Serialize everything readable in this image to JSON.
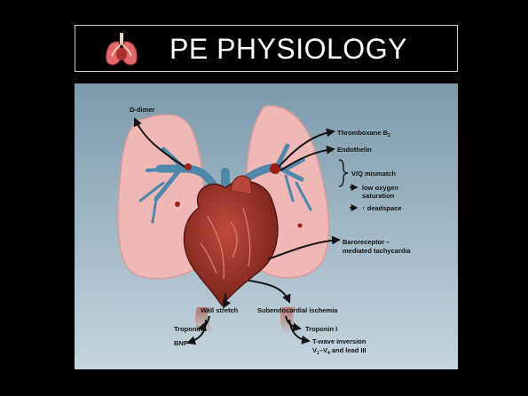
{
  "slide": {
    "title": "PE PHYSIOLOGY",
    "title_icon": "lungs-icon"
  },
  "figure": {
    "labels": {
      "ddimer": "D-dimer",
      "thromboxane": "Thromboxane B",
      "thromboxane_sub": "2",
      "endothelin": "Endothelin",
      "vq": "V/Q mismatch",
      "low_oxygen_1": "low oxygen",
      "low_oxygen_2": "saturation",
      "deadspace": "deadspace",
      "deadspace_arrow": "↑",
      "baro_1": "Baroreceptor –",
      "baro_2": "mediated tachycardia",
      "wall_stretch": "Wall stretch",
      "subendo": "Subendocardial ischemia",
      "troponin_left": "Troponin I",
      "bnp": "BNP",
      "troponin_right": "Troponin I",
      "twave": "T-wave inversion",
      "v1": "V",
      "v1_sub": "1",
      "dash": "–V",
      "v4_sub": "4",
      "v_rest": " and lead III"
    }
  },
  "colors": {
    "background": "#000000",
    "figure_bg_top": "#7f9cad",
    "figure_bg_bottom": "#c2d2db",
    "lung": "#f2b8b8",
    "heart": "#8e2a22",
    "vessel": "#5a8fb0",
    "arrow": "#1a1a1a"
  }
}
